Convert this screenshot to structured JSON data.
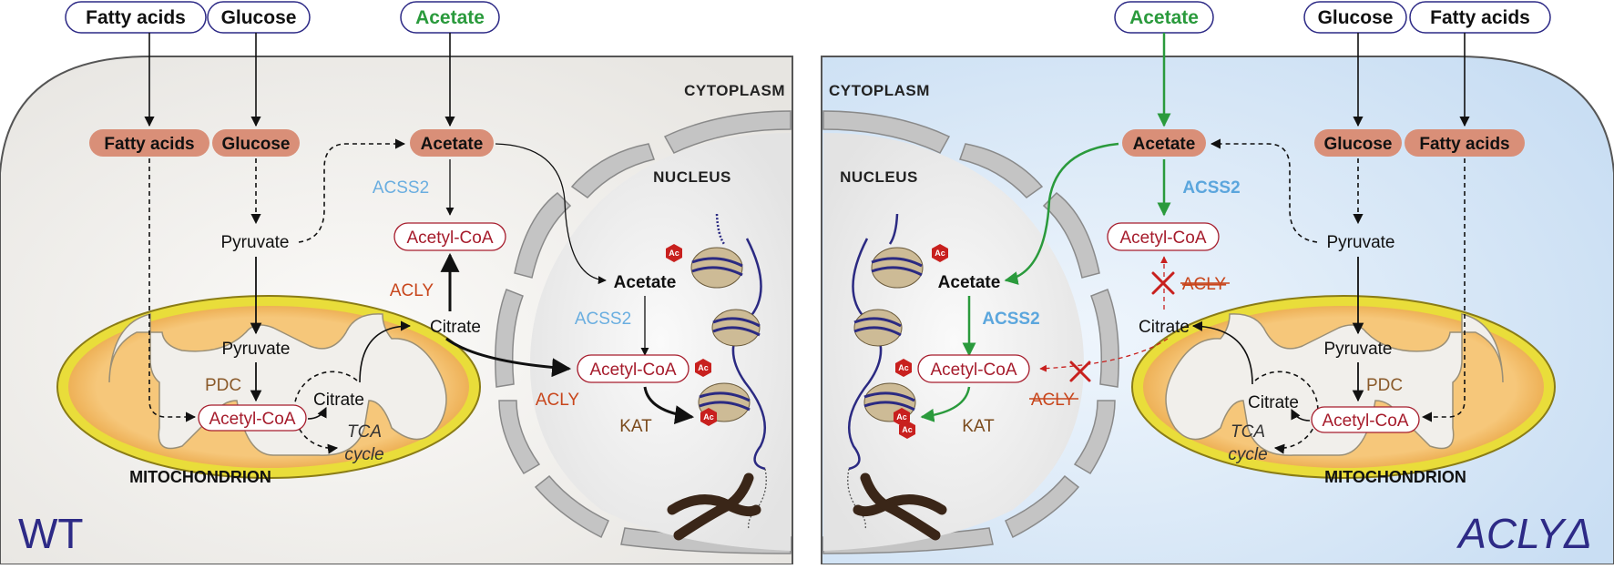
{
  "left_panel": {
    "label": "WT",
    "sources": {
      "fatty_acids": "Fatty acids",
      "glucose": "Glucose",
      "acetate": "Acetate"
    },
    "cytoplasm": "CYTOPLASM",
    "nucleus": "NUCLEUS",
    "mitochondrion": "MITOCHONDRION",
    "pills": {
      "fatty_acids": "Fatty acids",
      "glucose": "Glucose",
      "acetate": "Acetate"
    },
    "pyruvate_cyto": "Pyruvate",
    "pyruvate_mito": "Pyruvate",
    "pdc": "PDC",
    "acetyl_coa_mito": "Acetyl-CoA",
    "citrate_mito": "Citrate",
    "tca_1": "TCA",
    "tca_2": "cycle",
    "citrate_cyto": "Citrate",
    "acss2_cyto": "ACSS2",
    "acetyl_coa_cyto": "Acetyl-CoA",
    "acly_cyto": "ACLY",
    "acetate_nuc": "Acetate",
    "acss2_nuc": "ACSS2",
    "acetyl_coa_nuc": "Acetyl-CoA",
    "acly_nuc": "ACLY",
    "kat": "KAT",
    "ac_marks": [
      "Ac",
      "Ac",
      "Ac"
    ]
  },
  "right_panel": {
    "label": "ACLYΔ",
    "sources": {
      "acetate": "Acetate",
      "glucose": "Glucose",
      "fatty_acids": "Fatty acids"
    },
    "cytoplasm": "CYTOPLASM",
    "nucleus": "NUCLEUS",
    "mitochondrion": "MITOCHONDRION",
    "pills": {
      "acetate": "Acetate",
      "glucose": "Glucose",
      "fatty_acids": "Fatty acids"
    },
    "acss2_cyto": "ACSS2",
    "acetyl_coa_cyto": "Acetyl-CoA",
    "acly_cyto": "ACLY",
    "pyruvate_cyto": "Pyruvate",
    "citrate_cyto": "Citrate",
    "pyruvate_mito": "Pyruvate",
    "pdc": "PDC",
    "citrate_mito": "Citrate",
    "acetyl_coa_mito": "Acetyl-CoA",
    "tca_1": "TCA",
    "tca_2": "cycle",
    "acetate_nuc": "Acetate",
    "acss2_nuc": "ACSS2",
    "acetyl_coa_nuc": "Acetyl-CoA",
    "acly_nuc": "ACLY",
    "kat": "KAT",
    "ac_marks": [
      "Ac",
      "Ac",
      "Ac",
      "Ac"
    ]
  },
  "colors": {
    "pill_fill": "#d98f78",
    "source_border": "#2d2a86",
    "green_arrow": "#2a9a3c",
    "blocked": "#c8201e",
    "acetyl_coa_text": "#a61c2c",
    "acss2": "#6aaee0",
    "acly": "#c8461c",
    "kat": "#7a4a1c",
    "mito_outer": "#e8d534",
    "mito_inner": "#f0b866",
    "nucleosome": "#cdbb96",
    "dna": "#2b2a82",
    "chromosome": "#3a2618",
    "left_cell_bg": "#f1f0ee",
    "right_cell_bg": "#dbeaf8"
  }
}
